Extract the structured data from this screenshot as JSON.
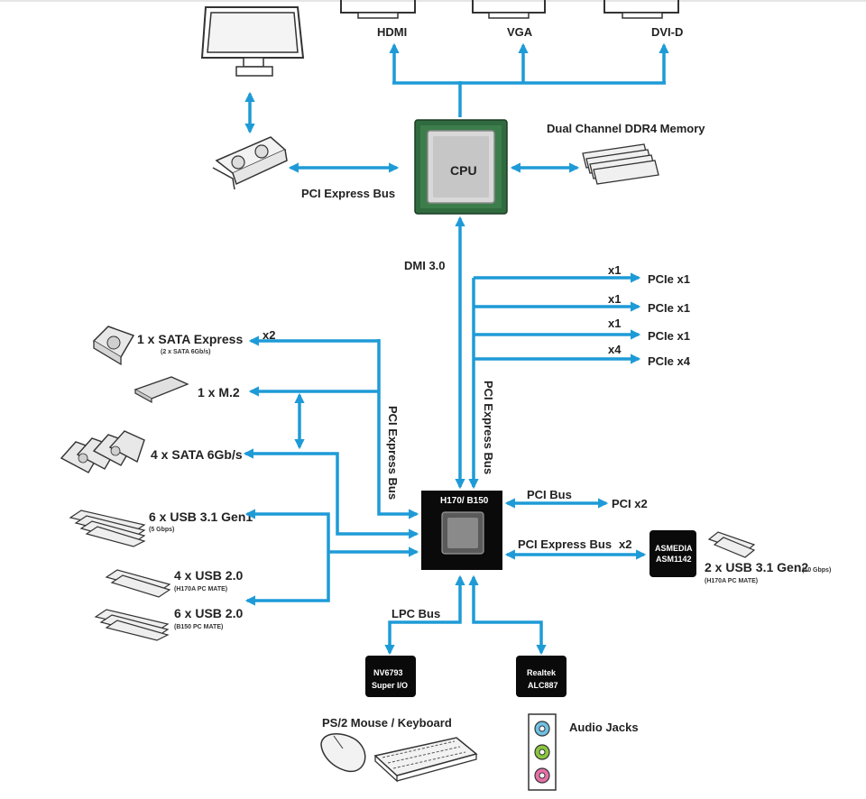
{
  "colors": {
    "accent": "#1e9bd7",
    "chip": "#0a0a0a",
    "cpu_green": "#2f6b3e"
  },
  "displays": {
    "hdmi": "HDMI",
    "vga": "VGA",
    "dvid": "DVI-D"
  },
  "cpu": {
    "label": "CPU"
  },
  "memory": {
    "label": "Dual Channel DDR4 Memory"
  },
  "gpu_bus": {
    "label": "PCI Express Bus"
  },
  "dmi": {
    "label": "DMI 3.0"
  },
  "pcie_slots": [
    {
      "width": "x1",
      "label": "PCIe x1"
    },
    {
      "width": "x1",
      "label": "PCIe x1"
    },
    {
      "width": "x1",
      "label": "PCIe x1"
    },
    {
      "width": "x4",
      "label": "PCIe x4"
    }
  ],
  "pcie_vertical_label": "PCI Express Bus",
  "pcie_left_vertical_label": "PCI Express Bus",
  "storage": {
    "sata_express": {
      "label": "1 x SATA Express",
      "sub": "(2 x SATA 6Gb/s)",
      "x2": "x2"
    },
    "m2": {
      "label": "1 x M.2"
    },
    "sata": {
      "label": "4 x SATA 6Gb/s"
    }
  },
  "usb": {
    "usb31g1": {
      "label": "6 x USB 3.1 Gen1",
      "sub": "(5 Gbps)"
    },
    "usb20a": {
      "label": "4 x USB 2.0",
      "sub": "(H170A PC MATE)"
    },
    "usb20b": {
      "label": "6 x USB 2.0",
      "sub": "(B150 PC MATE)"
    }
  },
  "pch": {
    "label": "H170/ B150"
  },
  "pci_bus": {
    "label": "PCI Bus",
    "target": "PCI x2"
  },
  "asm": {
    "bus_label": "PCI Express Bus",
    "x2": "x2",
    "line1": "ASMEDIA",
    "line2": "ASM1142",
    "target": "2 x USB 3.1 Gen2",
    "target_speed": "(10 Gbps)",
    "target_sub": "(H170A PC MATE)"
  },
  "lpc": {
    "label": "LPC Bus"
  },
  "superio": {
    "line1": "NV6793",
    "line2": "Super I/O"
  },
  "realtek": {
    "line1": "Realtek",
    "line2": "ALC887"
  },
  "ps2": {
    "label": "PS/2 Mouse / Keyboard"
  },
  "audio": {
    "label": "Audio Jacks"
  }
}
